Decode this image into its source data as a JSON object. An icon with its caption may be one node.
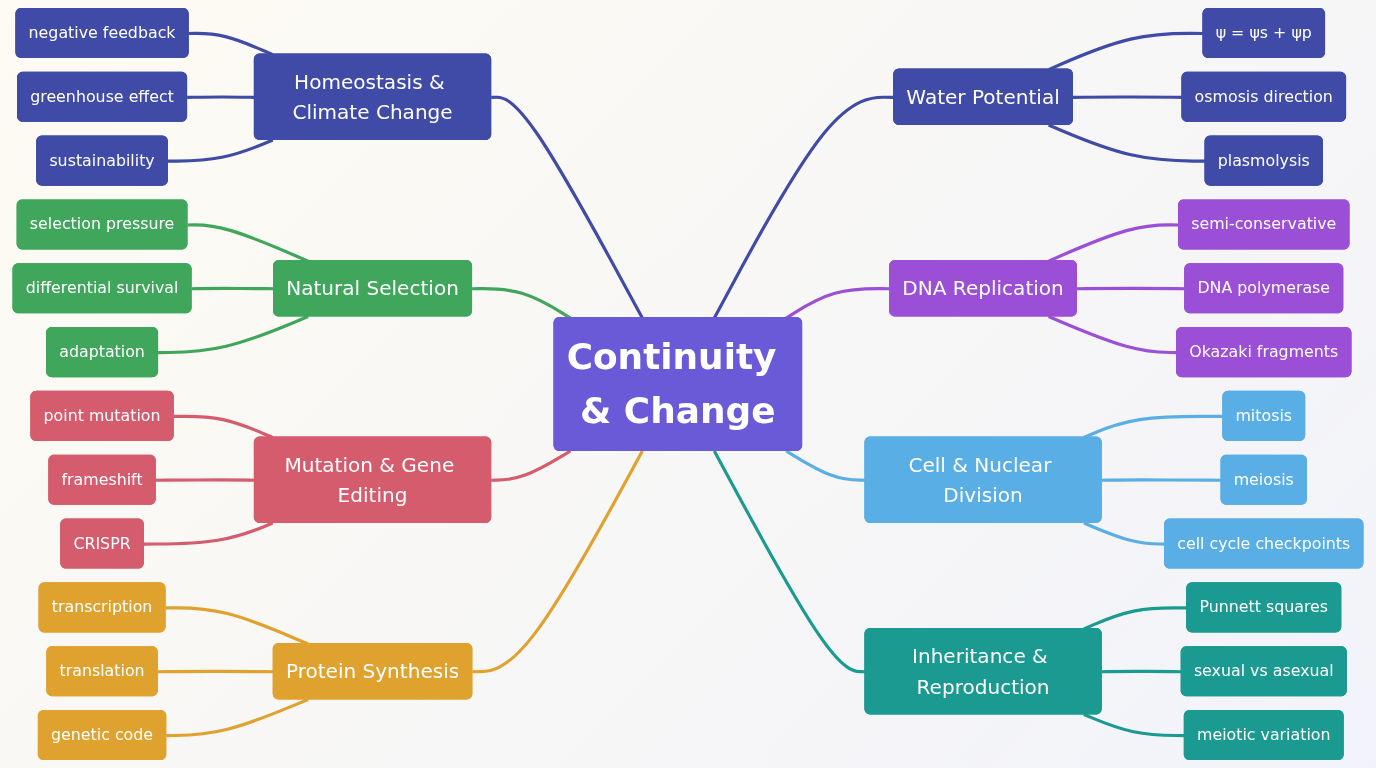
{
  "diagram": {
    "nodes": [
      {
        "text": [
          "Continuity & Change"
        ]
      },
      {
        "text": [
          "Water Potential"
        ]
      },
      {
        "text": [
          "ψ = ψs + ψp"
        ]
      },
      {
        "text": [
          "osmosis direction"
        ]
      },
      {
        "text": [
          "plasmolysis"
        ]
      },
      {
        "text": [
          "Homeostasis & Climate Change"
        ]
      },
      {
        "text": [
          "negative feedback"
        ]
      },
      {
        "text": [
          "greenhouse effect"
        ]
      },
      {
        "text": [
          "sustainability"
        ]
      },
      {
        "text": [
          "DNA Replication"
        ]
      },
      {
        "text": [
          "semi-conservative"
        ]
      },
      {
        "text": [
          "DNA polymerase"
        ]
      },
      {
        "text": [
          "Okazaki fragments"
        ]
      },
      {
        "text": [
          "Natural Selection"
        ]
      },
      {
        "text": [
          "selection pressure"
        ]
      },
      {
        "text": [
          "differential survival"
        ]
      },
      {
        "text": [
          "adaptation"
        ]
      },
      {
        "text": [
          "Cell & Nuclear Division"
        ]
      },
      {
        "text": [
          "mitosis"
        ]
      },
      {
        "text": [
          "meiosis"
        ]
      },
      {
        "text": [
          "cell cycle checkpoints"
        ]
      },
      {
        "text": [
          "Mutation & Gene Editing"
        ]
      },
      {
        "text": [
          "point mutation"
        ]
      },
      {
        "text": [
          "frameshift"
        ]
      },
      {
        "text": [
          "CRISPR"
        ]
      },
      {
        "text": [
          "Inheritance & Reproduction"
        ]
      },
      {
        "text": [
          "Punnett squares"
        ]
      },
      {
        "text": [
          "sexual vs asexual"
        ]
      },
      {
        "text": [
          "meiotic variation"
        ]
      },
      {
        "text": [
          "Protein Synthesis"
        ]
      },
      {
        "text": [
          "transcription"
        ]
      },
      {
        "text": [
          "translation"
        ]
      },
      {
        "text": [
          "genetic code"
        ]
      }
    ],
    "edges": [
      {
        "from": 0,
        "to": 1,
        "arrow": "none",
        "color": "#3f4ba6"
      },
      {
        "from": 1,
        "to": 2,
        "arrow": "none",
        "color": "#3f4ba6"
      },
      {
        "from": 1,
        "to": 3,
        "arrow": "none",
        "color": "#3f4ba6"
      },
      {
        "from": 1,
        "to": 4,
        "arrow": "none",
        "color": "#3f4ba6"
      },
      {
        "from": 0,
        "to": 5,
        "arrow": "none",
        "color": "#3f4ba6"
      },
      {
        "from": 5,
        "to": 6,
        "arrow": "none",
        "color": "#3f4ba6"
      },
      {
        "from": 5,
        "to": 7,
        "arrow": "none",
        "color": "#3f4ba6"
      },
      {
        "from": 5,
        "to": 8,
        "arrow": "none",
        "color": "#3f4ba6"
      },
      {
        "from": 0,
        "to": 9,
        "arrow": "none",
        "color": "#9b4fd6"
      },
      {
        "from": 9,
        "to": 10,
        "arrow": "none",
        "color": "#9b4fd6"
      },
      {
        "from": 9,
        "to": 11,
        "arrow": "none",
        "color": "#9b4fd6"
      },
      {
        "from": 9,
        "to": 12,
        "arrow": "none",
        "color": "#9b4fd6"
      },
      {
        "from": 0,
        "to": 13,
        "arrow": "none",
        "color": "#3fa65c"
      },
      {
        "from": 13,
        "to": 14,
        "arrow": "none",
        "color": "#3fa65c"
      },
      {
        "from": 13,
        "to": 15,
        "arrow": "none",
        "color": "#3fa65c"
      },
      {
        "from": 13,
        "to": 16,
        "arrow": "none",
        "color": "#3fa65c"
      },
      {
        "from": 0,
        "to": 17,
        "arrow": "none",
        "color": "#5aaee6"
      },
      {
        "from": 17,
        "to": 18,
        "arrow": "none",
        "color": "#5aaee6"
      },
      {
        "from": 17,
        "to": 19,
        "arrow": "none",
        "color": "#5aaee6"
      },
      {
        "from": 17,
        "to": 20,
        "arrow": "none",
        "color": "#5aaee6"
      },
      {
        "from": 0,
        "to": 21,
        "arrow": "none",
        "color": "#d45c6c"
      },
      {
        "from": 21,
        "to": 22,
        "arrow": "none",
        "color": "#d45c6c"
      },
      {
        "from": 21,
        "to": 23,
        "arrow": "none",
        "color": "#d45c6c"
      },
      {
        "from": 21,
        "to": 24,
        "arrow": "none",
        "color": "#d45c6c"
      },
      {
        "from": 0,
        "to": 25,
        "arrow": "none",
        "color": "#1a9a90"
      },
      {
        "from": 25,
        "to": 26,
        "arrow": "none",
        "color": "#1a9a90"
      },
      {
        "from": 25,
        "to": 27,
        "arrow": "none",
        "color": "#1a9a90"
      },
      {
        "from": 25,
        "to": 28,
        "arrow": "none",
        "color": "#1a9a90"
      },
      {
        "from": 0,
        "to": 29,
        "arrow": "none",
        "color": "#e0a22e"
      },
      {
        "from": 29,
        "to": 30,
        "arrow": "none",
        "color": "#e0a22e"
      },
      {
        "from": 29,
        "to": 31,
        "arrow": "none",
        "color": "#e0a22e"
      },
      {
        "from": 29,
        "to": 32,
        "arrow": "none",
        "color": "#e0a22e"
      }
    ]
  }
}
